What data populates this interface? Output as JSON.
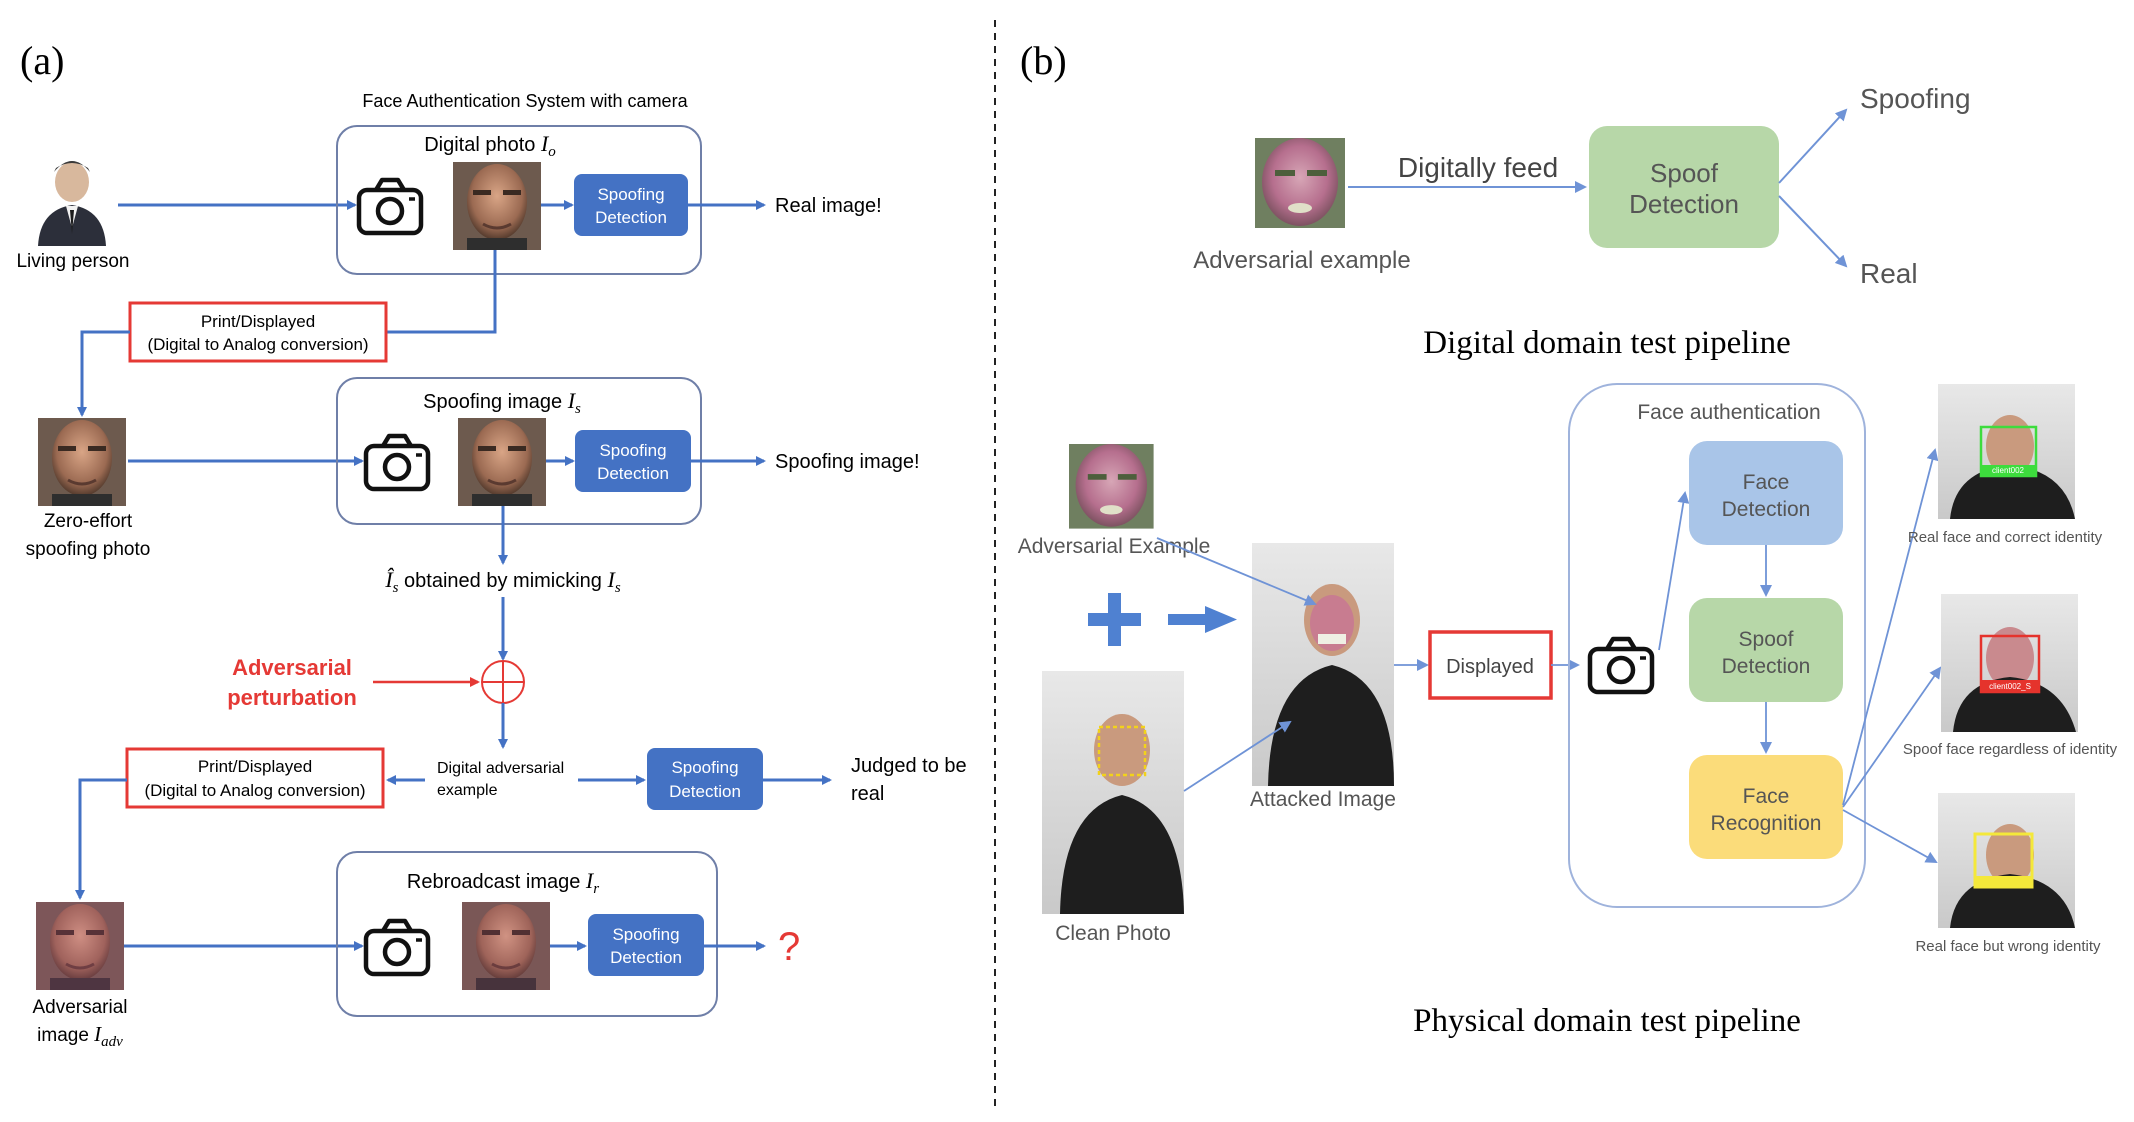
{
  "panel_a": {
    "label": "(a)",
    "system_title": "Face Authentication  System with camera",
    "living_person": "Living person",
    "digital_photo": "Digital photo ",
    "digital_photo_sym": "I",
    "digital_photo_sub": "o",
    "spoof_det_1": "Spoofing",
    "spoof_det_2": "Detection",
    "real_image": "Real image!",
    "print_1": "Print/Displayed",
    "print_2": "(Digital to Analog conversion)",
    "zero_effort_1": "Zero-effort",
    "zero_effort_2": "spoofing photo",
    "spoofing_image": "Spoofing image ",
    "spoofing_image_sym": "I",
    "spoofing_image_sub": "s",
    "spoofing_image_result": "Spoofing image!",
    "mimic_sym": "Î",
    "mimic_sub": "s",
    "mimic_text": " obtained by mimicking ",
    "mimic_sym2": "I",
    "mimic_sub2": "s",
    "adv_pert_1": "Adversarial",
    "adv_pert_2": "perturbation",
    "digital_adv_1": "Digital adversarial",
    "digital_adv_2": "example",
    "judged_1": "Judged to be",
    "judged_2": "real",
    "rebroadcast": "Rebroadcast image ",
    "rebroadcast_sym": "I",
    "rebroadcast_sub": "r",
    "question": "?",
    "adv_image_1": "Adversarial",
    "adv_image_2": "image ",
    "adv_image_sym": "I",
    "adv_image_sub": "adv"
  },
  "panel_b": {
    "label": "(b)",
    "spoofing": "Spoofing",
    "real": "Real",
    "digitally_feed": "Digitally feed",
    "spoof_det_1": "Spoof",
    "spoof_det_2": "Detection",
    "adversarial_example": "Adversarial example",
    "digital_pipeline": "Digital domain test pipeline",
    "face_auth": "Face authentication",
    "face_det_1": "Face",
    "face_det_2": "Detection",
    "face_rec_1": "Face",
    "face_rec_2": "Recognition",
    "adv_example_cap": "Adversarial Example",
    "displayed": "Displayed",
    "attacked_image": "Attacked Image",
    "clean_photo": "Clean Photo",
    "result_1": "Real face and correct identity",
    "result_2": "Spoof face regardless of identity",
    "result_3": "Real face but wrong identity",
    "tag_1": "client002",
    "tag_2": "client002_S",
    "physical_pipeline": "Physical domain test pipeline"
  },
  "colors": {
    "arrow_blue": "#4472c4",
    "box_blue": "#4472c4",
    "red": "#e53935",
    "green_box": "#b7d7a8",
    "blue_box": "#a9c5e8",
    "yellow_box": "#fbdc7a"
  }
}
